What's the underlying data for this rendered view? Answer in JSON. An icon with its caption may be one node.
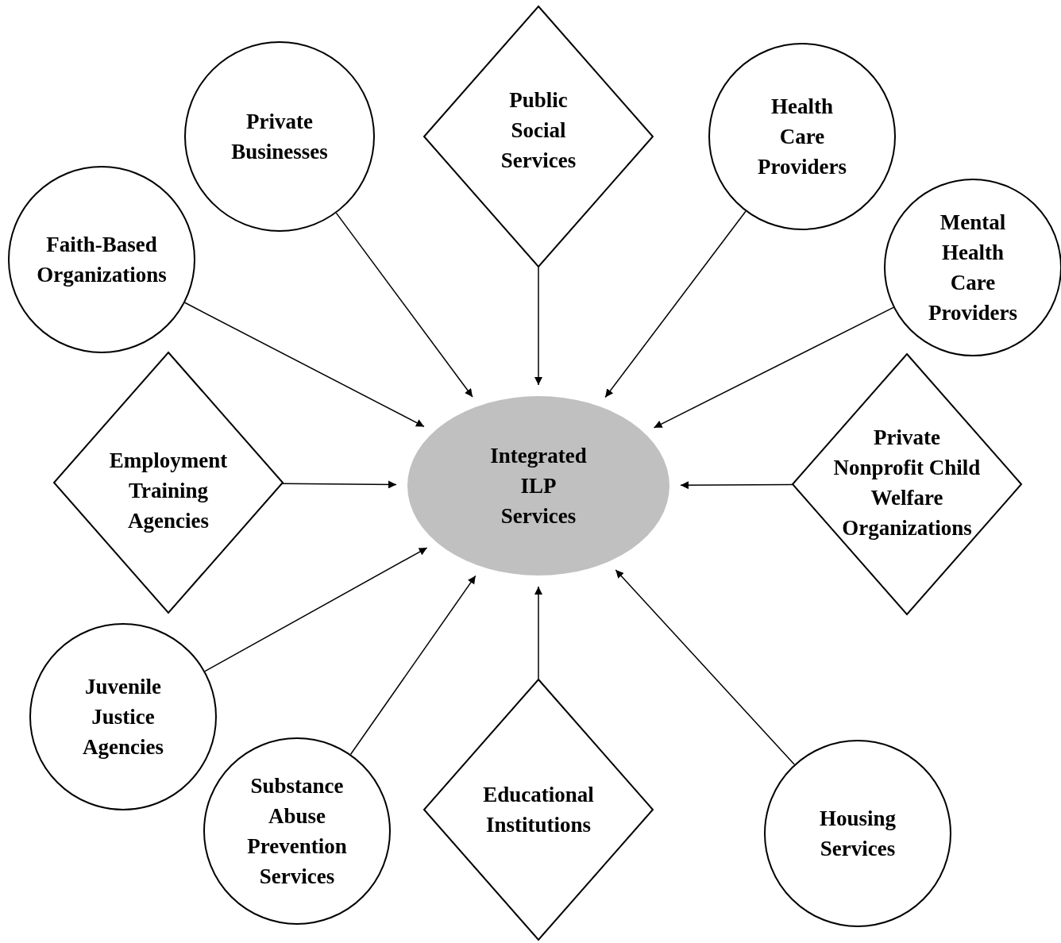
{
  "diagram": {
    "nodes": [
      {
        "text": [
          "Public Social Services"
        ]
      },
      {
        "text": [
          "Private Businesses"
        ]
      },
      {
        "text": [
          "Health Care Providers"
        ]
      },
      {
        "text": [
          "Faith-Based Organizations"
        ]
      },
      {
        "text": [
          "Mental Health Care Providers"
        ]
      },
      {
        "text": [
          "Employment Training Agencies"
        ]
      },
      {
        "text": [
          "Integrated ILP Services"
        ]
      },
      {
        "text": [
          "Private Nonprofit Child Welfare Organizations"
        ]
      },
      {
        "text": [
          "Juvenile Justice Agencies"
        ]
      },
      {
        "text": [
          "Substance Abuse Prevention Services"
        ]
      },
      {
        "text": [
          "Educational Institutions"
        ]
      },
      {
        "text": [
          "Housing Services"
        ]
      }
    ],
    "edges": [
      {
        "from": 0,
        "to": 6,
        "arrow": "to"
      },
      {
        "from": 1,
        "to": 6,
        "arrow": "to"
      },
      {
        "from": 2,
        "to": 6,
        "arrow": "to"
      },
      {
        "from": 3,
        "to": 6,
        "arrow": "to"
      },
      {
        "from": 4,
        "to": 6,
        "arrow": "to"
      },
      {
        "from": 5,
        "to": 6,
        "arrow": "to"
      },
      {
        "from": 7,
        "to": 6,
        "arrow": "to"
      },
      {
        "from": 8,
        "to": 6,
        "arrow": "to"
      },
      {
        "from": 9,
        "to": 6,
        "arrow": "to"
      },
      {
        "from": 10,
        "to": 6,
        "arrow": "to"
      },
      {
        "from": 11,
        "to": 6,
        "arrow": "to"
      }
    ]
  }
}
